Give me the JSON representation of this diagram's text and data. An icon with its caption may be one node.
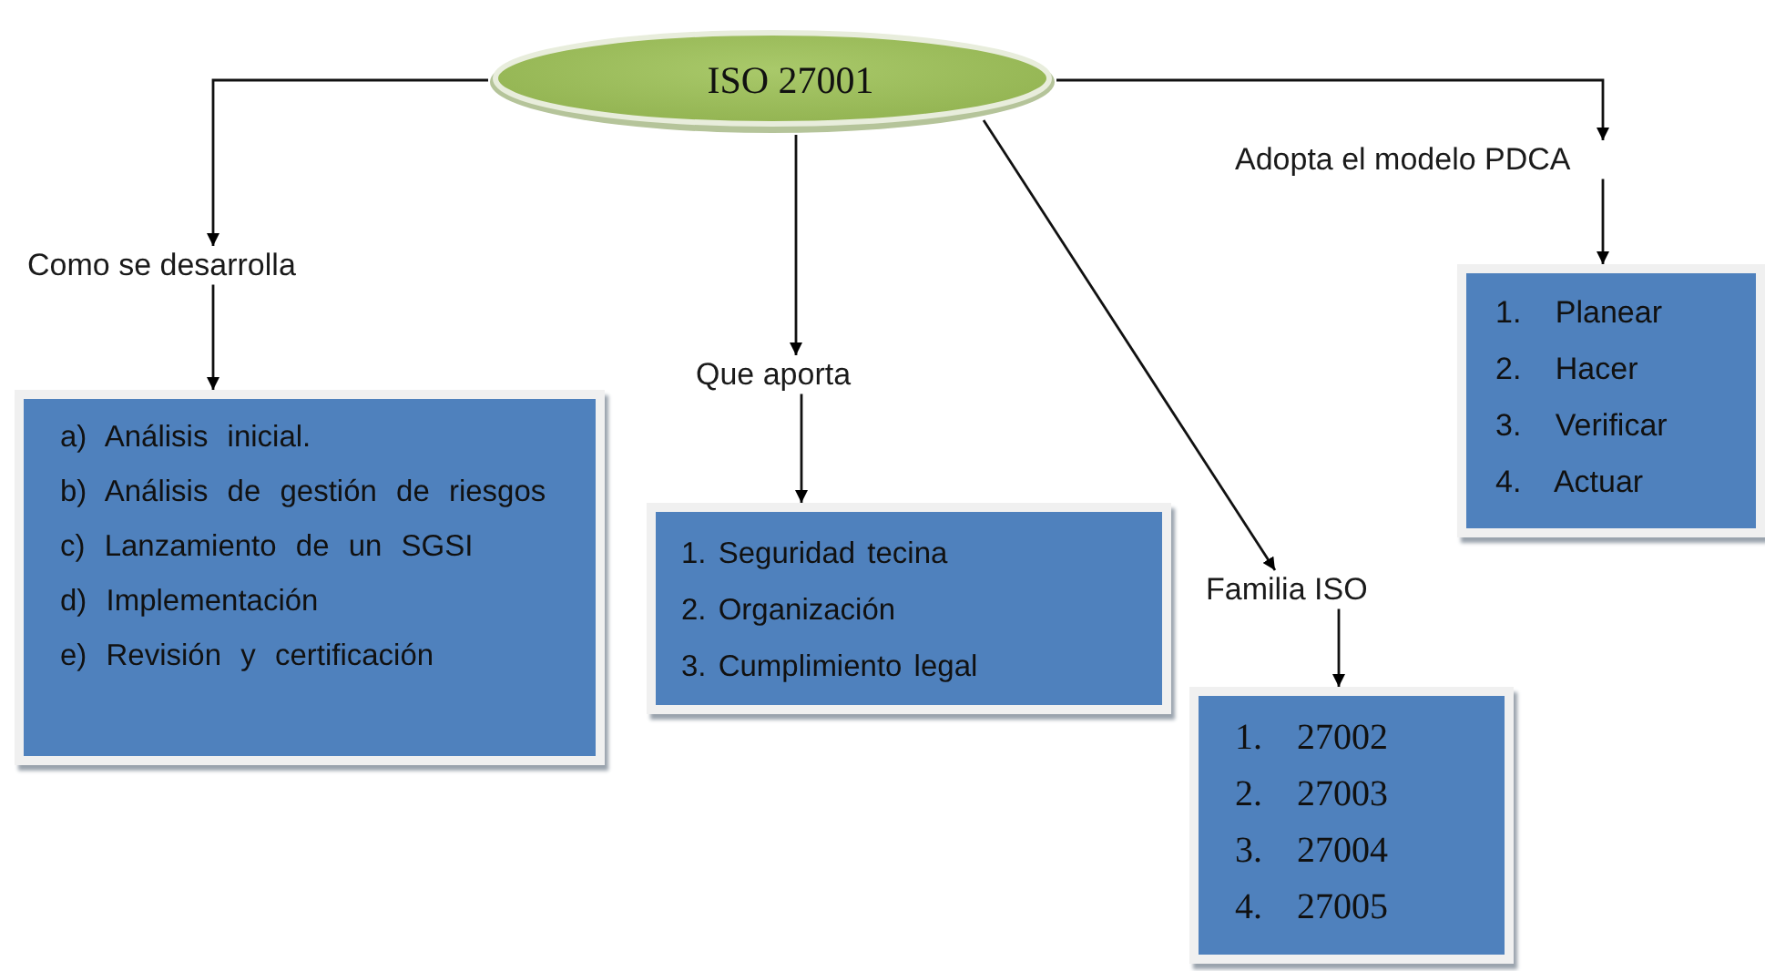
{
  "diagram": {
    "nodes": [
      {
        "text": [
          "ISO 27001"
        ]
      },
      {
        "text": [
          "Como se desarrolla"
        ]
      },
      {
        "text": [
          "a) Análisis inicial.",
          "b) Análisis de gestión de riesgos",
          "c) Lanzamiento de un SGSI",
          "d) Implementación",
          "e) Revisión y certificación"
        ]
      },
      {
        "text": [
          "Que aporta"
        ]
      },
      {
        "text": [
          "1. Seguridad tecina",
          "2. Organización",
          "3. Cumplimiento legal"
        ]
      },
      {
        "text": [
          "Familia ISO"
        ]
      },
      {
        "text": [
          "1. 27002",
          "2. 27003",
          "3. 27004",
          "4. 27005"
        ]
      },
      {
        "text": [
          "Adopta el modelo PDCA"
        ]
      },
      {
        "text": [
          "1. Planear",
          "2. Hacer",
          "3. Verificar",
          "4. Actuar"
        ]
      }
    ],
    "edges": [
      {
        "from": 0,
        "to": 1,
        "arrow": "to"
      },
      {
        "from": 1,
        "to": 2,
        "arrow": "to"
      },
      {
        "from": 0,
        "to": 3,
        "arrow": "to"
      },
      {
        "from": 3,
        "to": 4,
        "arrow": "to"
      },
      {
        "from": 0,
        "to": 5,
        "arrow": "to"
      },
      {
        "from": 5,
        "to": 6,
        "arrow": "to"
      },
      {
        "from": 0,
        "to": 7,
        "arrow": "to"
      },
      {
        "from": 7,
        "to": 8,
        "arrow": "to"
      }
    ]
  }
}
